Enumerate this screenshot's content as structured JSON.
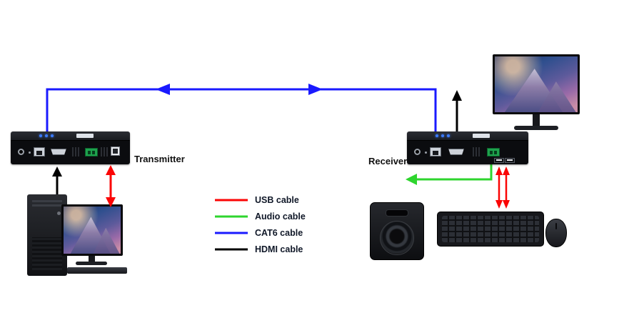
{
  "devices": {
    "transmitter": {
      "label": "Transmitter"
    },
    "receiver": {
      "label": "Receiver"
    }
  },
  "legend": {
    "items": [
      {
        "id": "usb-cable",
        "label": "USB cable",
        "color": "#fb0505"
      },
      {
        "id": "audio-cable",
        "label": "Audio cable",
        "color": "#2ed52e"
      },
      {
        "id": "cat6-cable",
        "label": "CAT6 cable",
        "color": "#1a1aff"
      },
      {
        "id": "hdmi-cable",
        "label": "HDMI cable",
        "color": "#000000"
      }
    ]
  }
}
